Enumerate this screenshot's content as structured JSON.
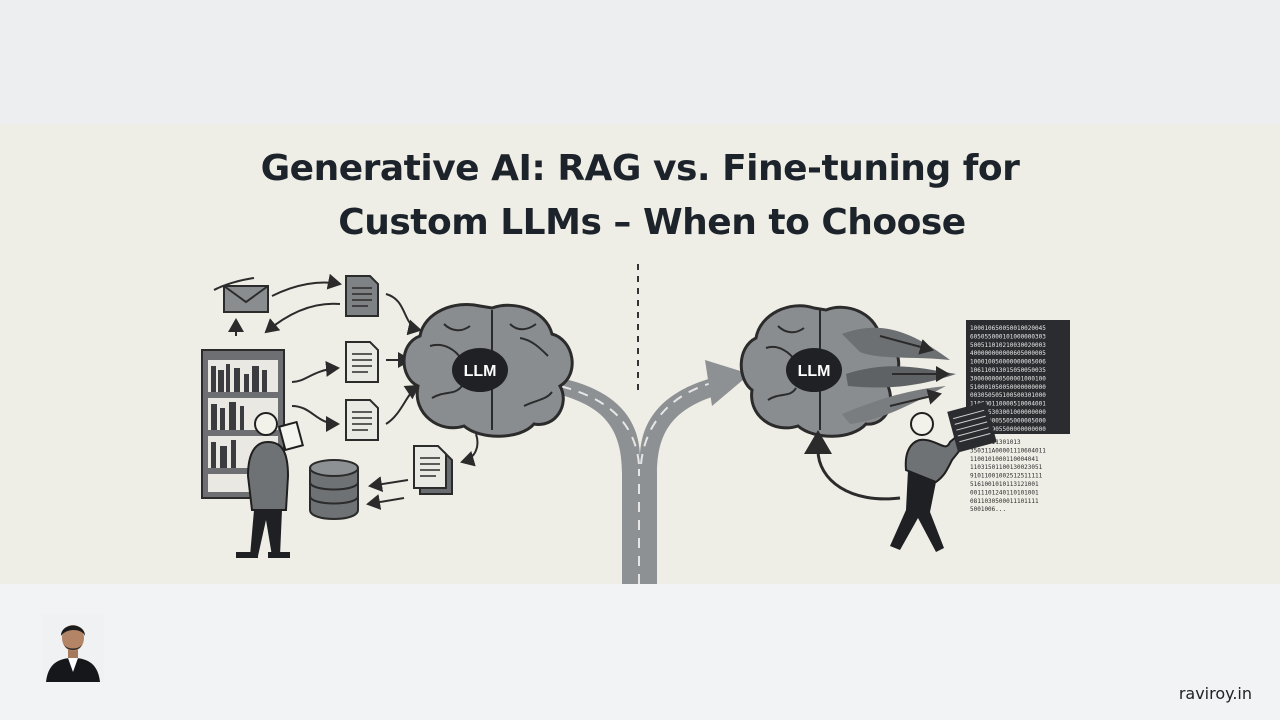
{
  "slide": {
    "title_line1": "Generative AI: RAG vs. Fine-tuning for",
    "title_line2": "Custom LLMs – When to Choose",
    "left_brain_label": "LLM",
    "right_brain_label": "LLM"
  },
  "binary": {
    "panel_lines": [
      "100010650050010020045",
      "605055000101000000303",
      "500511010210030020003",
      "400000000000605000005",
      "100010050000000005006",
      "106110013015050050035",
      "300000000500001000100",
      "510001050050000000000",
      "003050505100500301000",
      "110000110000510004001",
      "100005303001000000000",
      "203150005505000005000",
      "000000905500000000000"
    ],
    "loose_lines": [
      "01001011301013",
      "350311A00001110604011",
      "1100101000110004041",
      "11031501100130023051",
      "91011001002512511111",
      "5161001010113121001",
      "0011101240110101001",
      "0811030500011101111",
      "5001006..."
    ]
  },
  "footer": {
    "brand": "raviroy.in"
  }
}
